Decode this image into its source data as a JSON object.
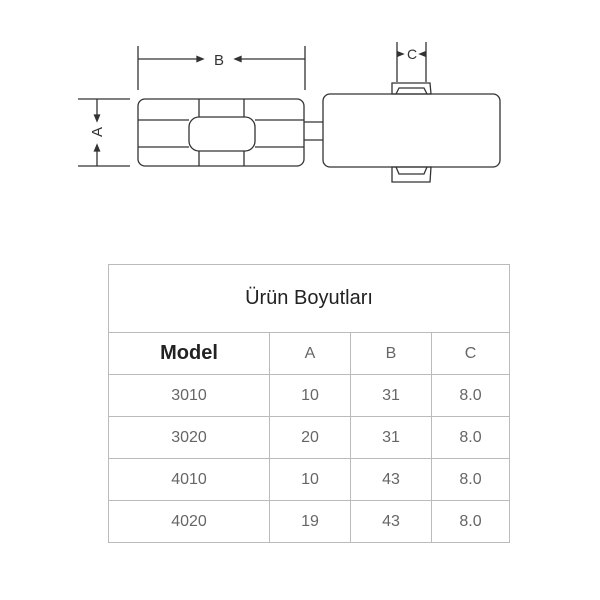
{
  "diagram": {
    "labels": {
      "a": "A",
      "b": "B",
      "c": "C"
    }
  },
  "table": {
    "title": "Ürün Boyutları",
    "headers": [
      "Model",
      "A",
      "B",
      "C"
    ],
    "rows": [
      [
        "3010",
        "10",
        "31",
        "8.0"
      ],
      [
        "3020",
        "20",
        "31",
        "8.0"
      ],
      [
        "4010",
        "10",
        "43",
        "8.0"
      ],
      [
        "4020",
        "19",
        "43",
        "8.0"
      ]
    ]
  }
}
